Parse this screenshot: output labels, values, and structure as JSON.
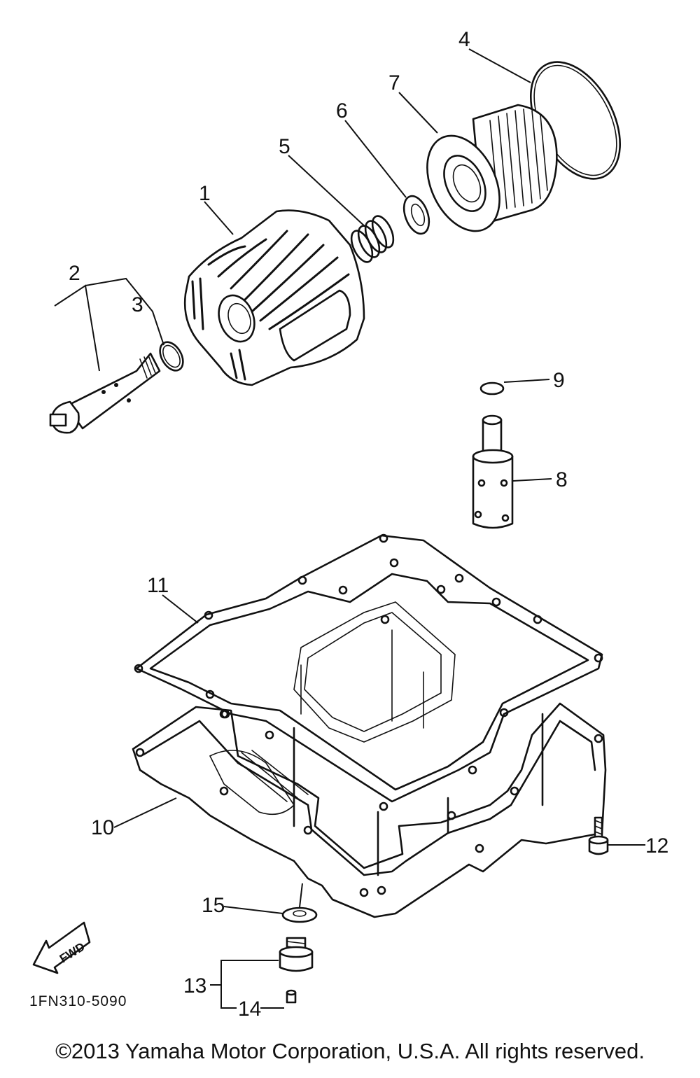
{
  "callouts": {
    "c1": "1",
    "c2": "2",
    "c3": "3",
    "c4": "4",
    "c5": "5",
    "c6": "6",
    "c7": "7",
    "c8": "8",
    "c9": "9",
    "c10": "10",
    "c11": "11",
    "c12": "12",
    "c13": "13",
    "c14": "14",
    "c15": "15"
  },
  "fwd_label": "FWD",
  "diagram_code": "1FN310-5090",
  "copyright": "©2013 Yamaha Motor Corporation, U.S.A. All rights reserved.",
  "colors": {
    "ink": "#111111",
    "paper": "#ffffff"
  }
}
